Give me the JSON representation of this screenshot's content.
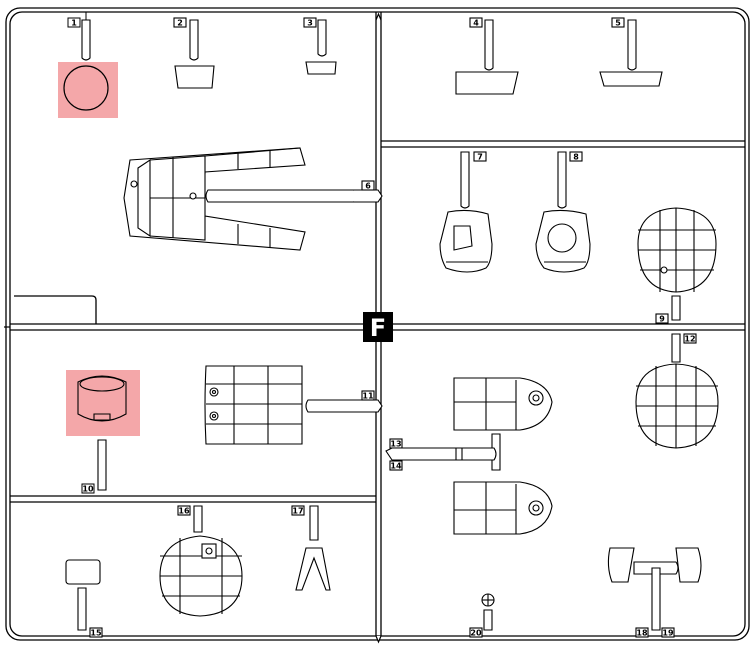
{
  "sprue_letter": "F",
  "colors": {
    "line": "#000000",
    "highlight": "#f4a7a9",
    "label_bg": "#000000",
    "label_text": "#ffffff"
  },
  "parts": [
    {
      "number": "1",
      "name": "round disc",
      "highlighted": true
    },
    {
      "number": "2",
      "name": "small panel"
    },
    {
      "number": "3",
      "name": "thin plate"
    },
    {
      "number": "4",
      "name": "trapezoid plate"
    },
    {
      "number": "5",
      "name": "flat plate"
    },
    {
      "number": "6",
      "name": "hull frame"
    },
    {
      "number": "7",
      "name": "turret housing left"
    },
    {
      "number": "8",
      "name": "turret housing right"
    },
    {
      "number": "9",
      "name": "grille panel upper"
    },
    {
      "number": "10",
      "name": "round cap",
      "highlighted": true
    },
    {
      "number": "11",
      "name": "grid panel"
    },
    {
      "number": "12",
      "name": "grille panel lower"
    },
    {
      "number": "13",
      "name": "side panel upper"
    },
    {
      "number": "14",
      "name": "side panel lower"
    },
    {
      "number": "15",
      "name": "small block"
    },
    {
      "number": "16",
      "name": "shield panel"
    },
    {
      "number": "17",
      "name": "bracket"
    },
    {
      "number": "18",
      "name": "flap left"
    },
    {
      "number": "19",
      "name": "flap right"
    },
    {
      "number": "20",
      "name": "pin"
    }
  ]
}
